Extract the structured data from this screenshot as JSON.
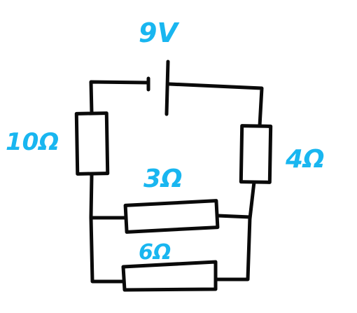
{
  "diagram": {
    "battery_label": "9V",
    "resistors": {
      "r_left": "10Ω",
      "r_right": "4Ω",
      "r_middle": "3Ω",
      "r_bottom": "6Ω"
    }
  },
  "colors": {
    "label": "#19b6f0",
    "ink": "#0a0a0a",
    "background": "#ffffff"
  }
}
